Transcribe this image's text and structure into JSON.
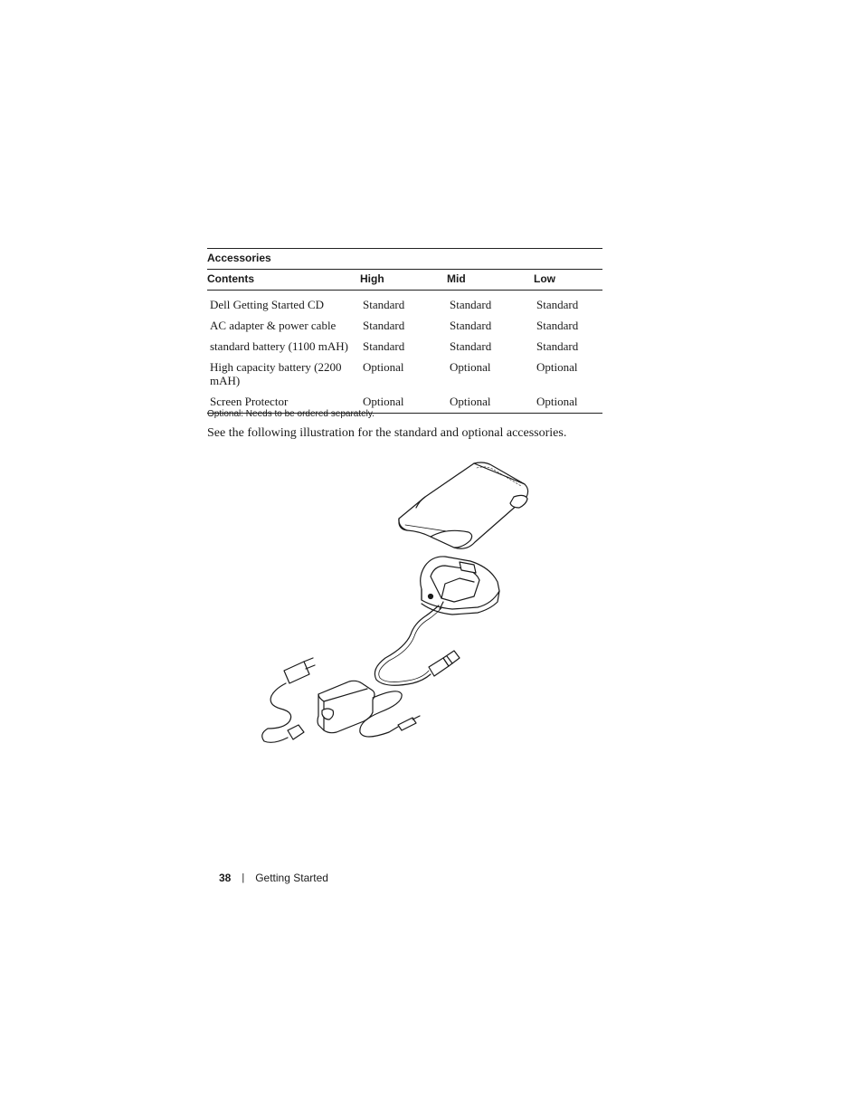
{
  "table": {
    "title": "Accessories",
    "headers": [
      "Contents",
      "High",
      "Mid",
      "Low"
    ],
    "rows": [
      [
        "Dell Getting Started CD",
        "Standard",
        "Standard",
        "Standard"
      ],
      [
        "AC adapter & power cable",
        "Standard",
        "Standard",
        "Standard"
      ],
      [
        "standard battery (1100 mAH)",
        "Standard",
        "Standard",
        "Standard"
      ],
      [
        "High capacity battery (2200 mAH)",
        "Optional",
        "Optional",
        "Optional"
      ],
      [
        "Screen Protector",
        "Optional",
        "Optional",
        "Optional"
      ]
    ],
    "note": "Optional: Needs to be ordered separately."
  },
  "body_text": "See the following illustration for the standard and optional accessories.",
  "footer": {
    "page_number": "38",
    "separator": "|",
    "section": "Getting Started"
  }
}
